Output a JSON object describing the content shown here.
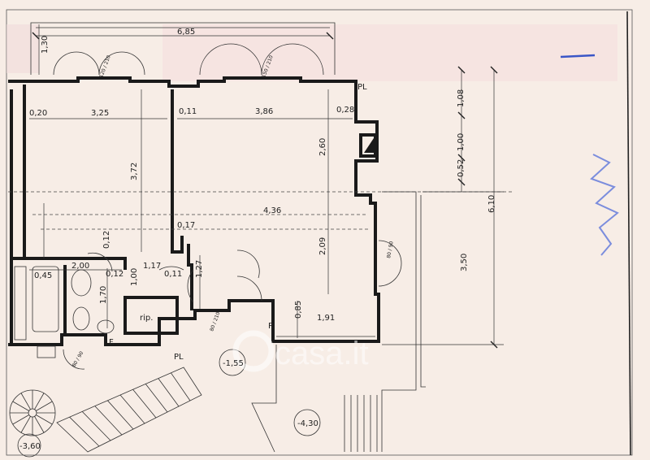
{
  "labels": {
    "top_width": "6,85",
    "top_height": "1,30",
    "room1_left": "0,20",
    "room1_width": "3,25",
    "room1_mid": "0,11",
    "room2_width": "3,86",
    "room2_right": "0,28",
    "room1_height": "3,72",
    "room2_top": "2,60",
    "room2_span": "4,36",
    "room2_lower": "2,09",
    "wall_017": "0,17",
    "wall_012a": "0,12",
    "wall_012b": "0,12",
    "bath_width": "2,00",
    "bath_left": "0,45",
    "corr_width": "1,17",
    "corr_depth": "1,00",
    "wall_011b": "0,11",
    "corr_height": "1,27",
    "bath_height": "1,70",
    "storage": "rip.",
    "step_085": "0,85",
    "bottom_width": "1,91",
    "right_108": "1,08",
    "right_100": "1,00",
    "right_052": "0,52",
    "right_350": "3,50",
    "right_610": "6,10",
    "level_155": "-1,55",
    "level_430": "-4,30",
    "level_360": "-3,60",
    "pl_top": "PL",
    "pl_bottom": "PL",
    "f_mark": "F.",
    "r_mark": "R",
    "door_120_210": "120 / 210",
    "door_150_210": "150 / 210",
    "door_80_210": "80 / 210",
    "door_80_90": "80 / 90",
    "door_80b": "80 / 90",
    "watermark": "casa.it"
  }
}
